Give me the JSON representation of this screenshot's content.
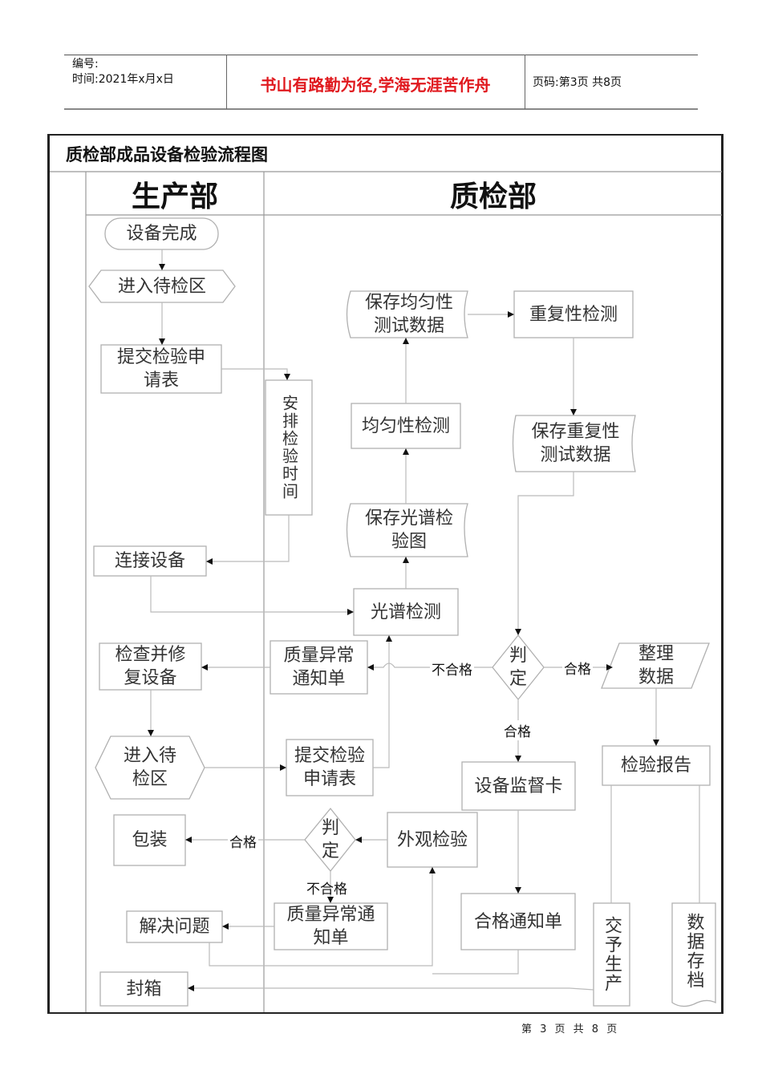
{
  "header": {
    "number_label": "编号:",
    "date_label": "时间:2021年x月x日",
    "motto": "书山有路勤为径,学海无涯苦作舟",
    "page_label": "页码:第3页 共8页"
  },
  "diagram": {
    "title": "质检部成品设备检验流程图",
    "lanes": [
      {
        "name": "生产部"
      },
      {
        "name": "质检部"
      }
    ],
    "nodes": {
      "equipment_done": "设备完成",
      "enter_waiting_area": "进入待检区",
      "submit_request": "提交检验申\n请表",
      "arrange_time": "安排检验时间",
      "connect_equipment": "连接设备",
      "spectrum_test": "光谱检测",
      "save_spectrum": "保存光谱检\n验图",
      "uniformity_test": "均匀性检测",
      "save_uniformity": "保存均匀性\n测试数据",
      "repeatability_test": "重复性检测",
      "save_repeatability": "保存重复性\n测试数据",
      "judge_1": "判\n定",
      "quality_notice_1": "质量异常\n通知单",
      "inspect_repair": "检查并修\n复设备",
      "enter_waiting_area_2": "进入待\n检区",
      "submit_request_2": "提交检验\n申请表",
      "organize_data": "整理\n数据",
      "inspection_report": "检验报告",
      "equipment_card": "设备监督卡",
      "appearance_test": "外观检验",
      "judge_2": "判\n定",
      "packaging": "包装",
      "quality_notice_2": "质量异常通\n知单",
      "solve_problem": "解决问题",
      "pass_notice": "合格通知单",
      "seal_box": "封箱",
      "deliver_production": "交予生产",
      "data_archive": "数据存档"
    },
    "edge_labels": {
      "fail_1": "不合格",
      "pass_1": "合格",
      "pass_down": "合格",
      "pass_2": "合格",
      "fail_2": "不合格"
    },
    "colors": {
      "line": "#b8b8b8",
      "shape_border": "#b0b0b0",
      "motto": "#e0191e"
    }
  },
  "footer": {
    "page": "第 3 页 共 8 页"
  }
}
